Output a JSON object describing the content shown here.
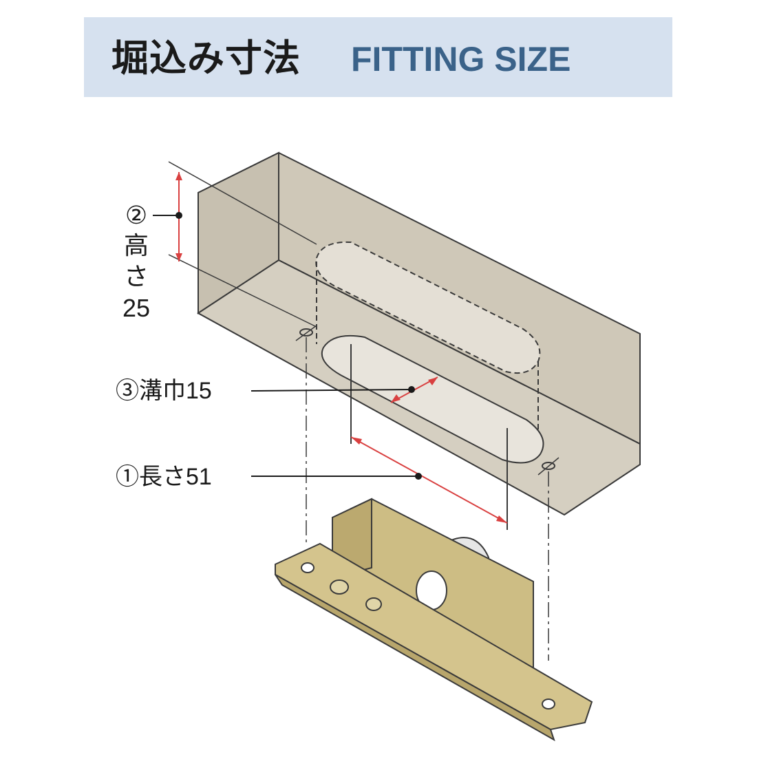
{
  "header": {
    "title_ja": "堀込み寸法",
    "title_en": "FITTING SIZE",
    "background": "#d6e1ef",
    "title_en_color": "#3a6289"
  },
  "dimensions": {
    "height": {
      "marker": "②",
      "char1": "高",
      "char2": "さ",
      "value": "25"
    },
    "width_label": "③溝巾15",
    "length_label": "①長さ51"
  },
  "colors": {
    "block_top": "#d9d3c5",
    "block_front": "#cfc8b8",
    "block_side": "#c7c0b0",
    "hardware": "#cfbf86",
    "dimension_arrow": "#d94040"
  }
}
